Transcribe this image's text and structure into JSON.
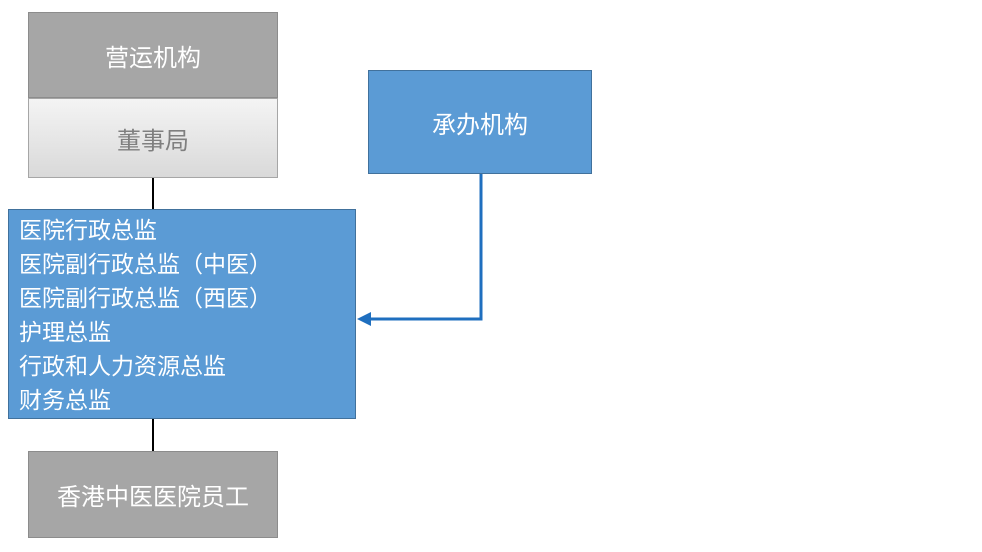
{
  "nodes": {
    "operator": "营运机构",
    "board": "董事局",
    "undertaker": "承办机构",
    "executives": [
      "医院行政总监",
      "医院副行政总监（中医）",
      "医院副行政总监（西医）",
      "护理总监",
      "行政和人力资源总监",
      "财务总监"
    ],
    "staff": "香港中医医院员工"
  },
  "colors": {
    "blue_box": "#5b9bd5",
    "gray_box": "#a6a6a6",
    "arrow": "#1f6fbf"
  }
}
